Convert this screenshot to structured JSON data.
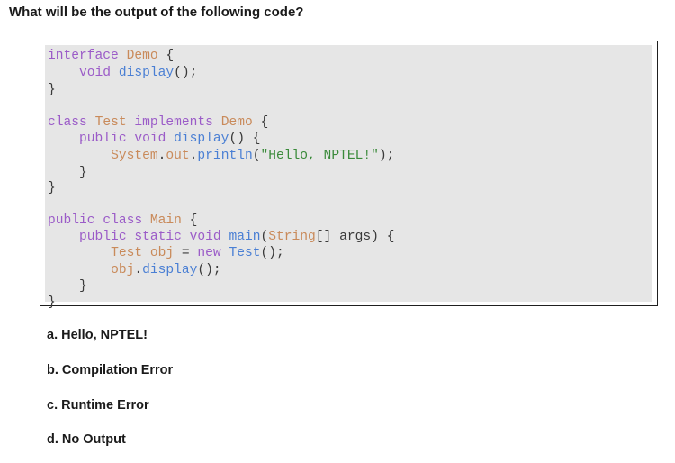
{
  "question": "What will be the output of the following code?",
  "code_lines": [
    [
      {
        "c": "k",
        "t": "interface"
      },
      {
        "c": "p",
        "t": " "
      },
      {
        "c": "t",
        "t": "Demo"
      },
      {
        "c": "p",
        "t": " {"
      }
    ],
    [
      {
        "c": "p",
        "t": "    "
      },
      {
        "c": "k",
        "t": "void"
      },
      {
        "c": "p",
        "t": " "
      },
      {
        "c": "f",
        "t": "display"
      },
      {
        "c": "p",
        "t": "();"
      }
    ],
    [
      {
        "c": "p",
        "t": "}"
      }
    ],
    [
      {
        "c": "p",
        "t": ""
      }
    ],
    [
      {
        "c": "k",
        "t": "class"
      },
      {
        "c": "p",
        "t": " "
      },
      {
        "c": "t",
        "t": "Test"
      },
      {
        "c": "p",
        "t": " "
      },
      {
        "c": "k",
        "t": "implements"
      },
      {
        "c": "p",
        "t": " "
      },
      {
        "c": "t",
        "t": "Demo"
      },
      {
        "c": "p",
        "t": " {"
      }
    ],
    [
      {
        "c": "p",
        "t": "    "
      },
      {
        "c": "k",
        "t": "public"
      },
      {
        "c": "p",
        "t": " "
      },
      {
        "c": "k",
        "t": "void"
      },
      {
        "c": "p",
        "t": " "
      },
      {
        "c": "f",
        "t": "display"
      },
      {
        "c": "p",
        "t": "() {"
      }
    ],
    [
      {
        "c": "p",
        "t": "        "
      },
      {
        "c": "t",
        "t": "System"
      },
      {
        "c": "p",
        "t": "."
      },
      {
        "c": "t",
        "t": "out"
      },
      {
        "c": "p",
        "t": "."
      },
      {
        "c": "f",
        "t": "println"
      },
      {
        "c": "p",
        "t": "("
      },
      {
        "c": "s",
        "t": "\"Hello, NPTEL!\""
      },
      {
        "c": "p",
        "t": ");"
      }
    ],
    [
      {
        "c": "p",
        "t": "    }"
      }
    ],
    [
      {
        "c": "p",
        "t": "}"
      }
    ],
    [
      {
        "c": "p",
        "t": ""
      }
    ],
    [
      {
        "c": "k",
        "t": "public"
      },
      {
        "c": "p",
        "t": " "
      },
      {
        "c": "k",
        "t": "class"
      },
      {
        "c": "p",
        "t": " "
      },
      {
        "c": "t",
        "t": "Main"
      },
      {
        "c": "p",
        "t": " {"
      }
    ],
    [
      {
        "c": "p",
        "t": "    "
      },
      {
        "c": "k",
        "t": "public"
      },
      {
        "c": "p",
        "t": " "
      },
      {
        "c": "k",
        "t": "static"
      },
      {
        "c": "p",
        "t": " "
      },
      {
        "c": "k",
        "t": "void"
      },
      {
        "c": "p",
        "t": " "
      },
      {
        "c": "f",
        "t": "main"
      },
      {
        "c": "p",
        "t": "("
      },
      {
        "c": "t",
        "t": "String"
      },
      {
        "c": "p",
        "t": "[] args) {"
      }
    ],
    [
      {
        "c": "p",
        "t": "        "
      },
      {
        "c": "t",
        "t": "Test"
      },
      {
        "c": "p",
        "t": " "
      },
      {
        "c": "t",
        "t": "obj"
      },
      {
        "c": "p",
        "t": " = "
      },
      {
        "c": "k",
        "t": "new"
      },
      {
        "c": "p",
        "t": " "
      },
      {
        "c": "f",
        "t": "Test"
      },
      {
        "c": "p",
        "t": "();"
      }
    ],
    [
      {
        "c": "p",
        "t": "        "
      },
      {
        "c": "t",
        "t": "obj"
      },
      {
        "c": "p",
        "t": "."
      },
      {
        "c": "f",
        "t": "display"
      },
      {
        "c": "p",
        "t": "();"
      }
    ],
    [
      {
        "c": "p",
        "t": "    }"
      }
    ],
    [
      {
        "c": "p",
        "t": "}"
      }
    ]
  ],
  "options": [
    {
      "label": "a.  Hello, NPTEL!"
    },
    {
      "label": "b.  Compilation Error"
    },
    {
      "label": "c.  Runtime Error"
    },
    {
      "label": "d.  No Output"
    }
  ]
}
